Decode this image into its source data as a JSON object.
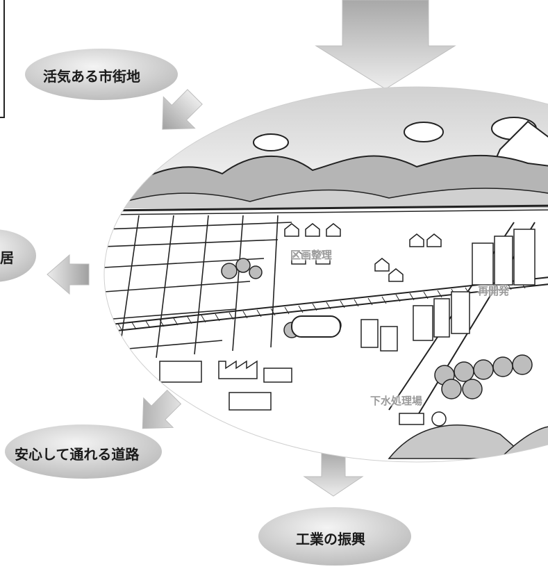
{
  "outcomes": {
    "lively_downtown": "活気ある市街地",
    "housing_partial": "居",
    "safe_roads": "安心して通れる道路",
    "industry": "工業の振興"
  },
  "map_labels": {
    "land_readjustment": "区画整理",
    "redevelopment": "再開発",
    "sewage_plant": "下水処理場"
  },
  "colors": {
    "bubble_light": "#f2f2f2",
    "bubble_dark": "#bdbdbd",
    "arrow_light": "#e8e8e8",
    "arrow_dark": "#9a9a9a",
    "sky": "#d9d9d9",
    "line": "#222222"
  }
}
